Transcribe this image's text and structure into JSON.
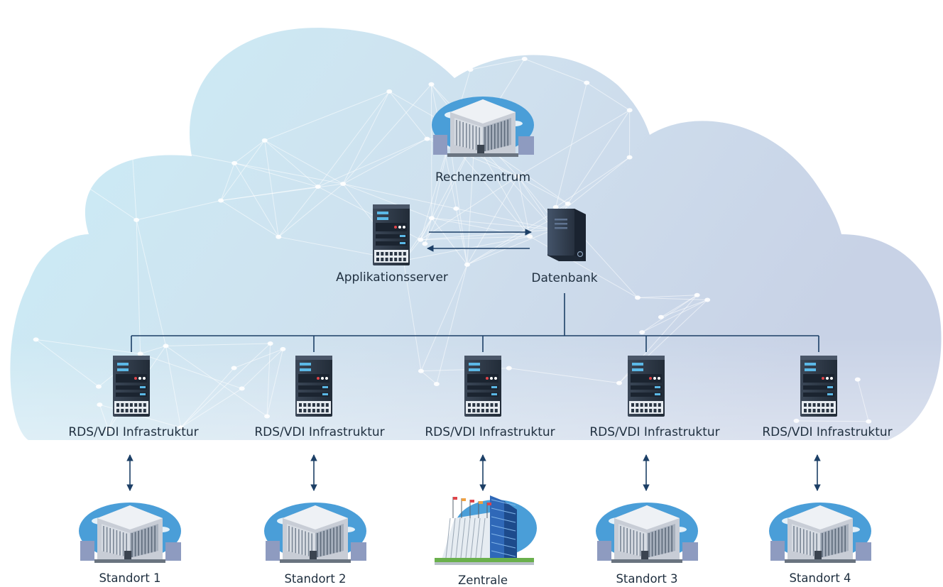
{
  "nodes": {
    "datacenter": {
      "label": "Rechenzentrum",
      "icon": "office-building-icon"
    },
    "app_server": {
      "label": "Applikationsserver",
      "icon": "server-rack-icon"
    },
    "database": {
      "label": "Datenbank",
      "icon": "database-tower-icon"
    }
  },
  "rds_servers": [
    {
      "label": "RDS/VDI Infrastruktur"
    },
    {
      "label": "RDS/VDI Infrastruktur"
    },
    {
      "label": "RDS/VDI Infrastruktur"
    },
    {
      "label": "RDS/VDI Infrastruktur"
    },
    {
      "label": "RDS/VDI Infrastruktur"
    }
  ],
  "sites": [
    {
      "label": "Standort 1",
      "icon": "office-building-icon"
    },
    {
      "label": "Standort 2",
      "icon": "office-building-icon"
    },
    {
      "label": "Zentrale",
      "icon": "headquarters-flags-icon"
    },
    {
      "label": "Standort 3",
      "icon": "office-building-icon"
    },
    {
      "label": "Standort 4",
      "icon": "office-building-icon"
    }
  ],
  "colors": {
    "cloud_left": "#c9ecf6",
    "cloud_right": "#c9d3e6",
    "connector": "#1c3f66",
    "server_body": "#2e3a4a",
    "server_accent": "#5bb8e6",
    "building_sky": "#4a9ed8",
    "text": "#1f2f3f"
  }
}
